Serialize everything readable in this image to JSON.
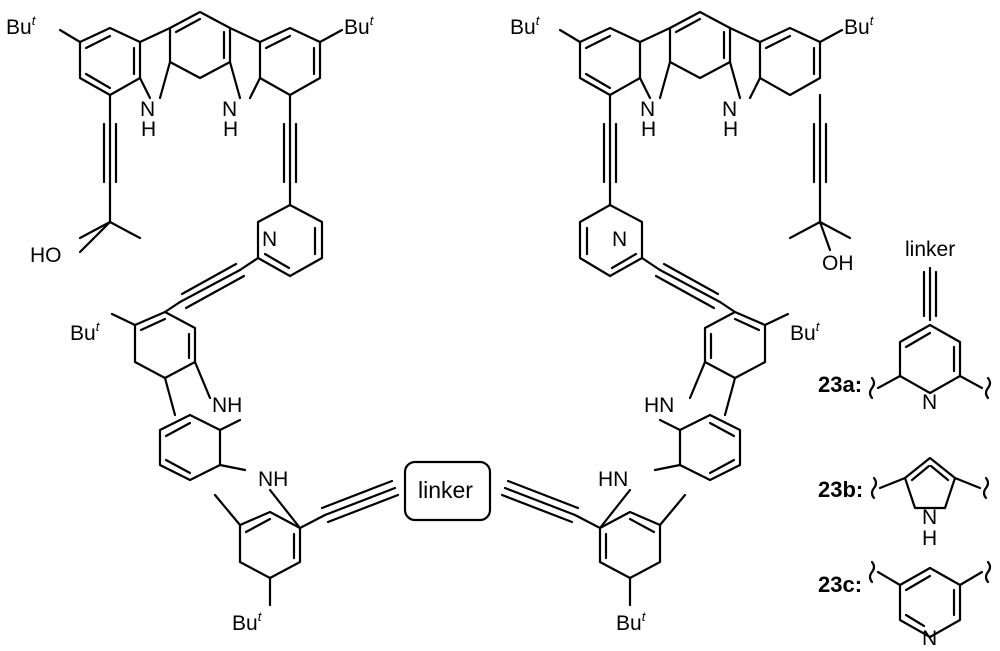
{
  "labels": {
    "tert_butyl": "Bu",
    "tert_butyl_sup": "t",
    "hydroxyl_left": "HO",
    "hydroxyl_right": "OH",
    "amine_h": "H",
    "amine_n": "N",
    "nh": "NH",
    "hn": "HN",
    "pyridine_n": "N",
    "linker_box": "linker",
    "linker_caption": "linker"
  },
  "variants": [
    {
      "id": "23a:"
    },
    {
      "id": "23b:"
    },
    {
      "id": "23c:"
    }
  ]
}
